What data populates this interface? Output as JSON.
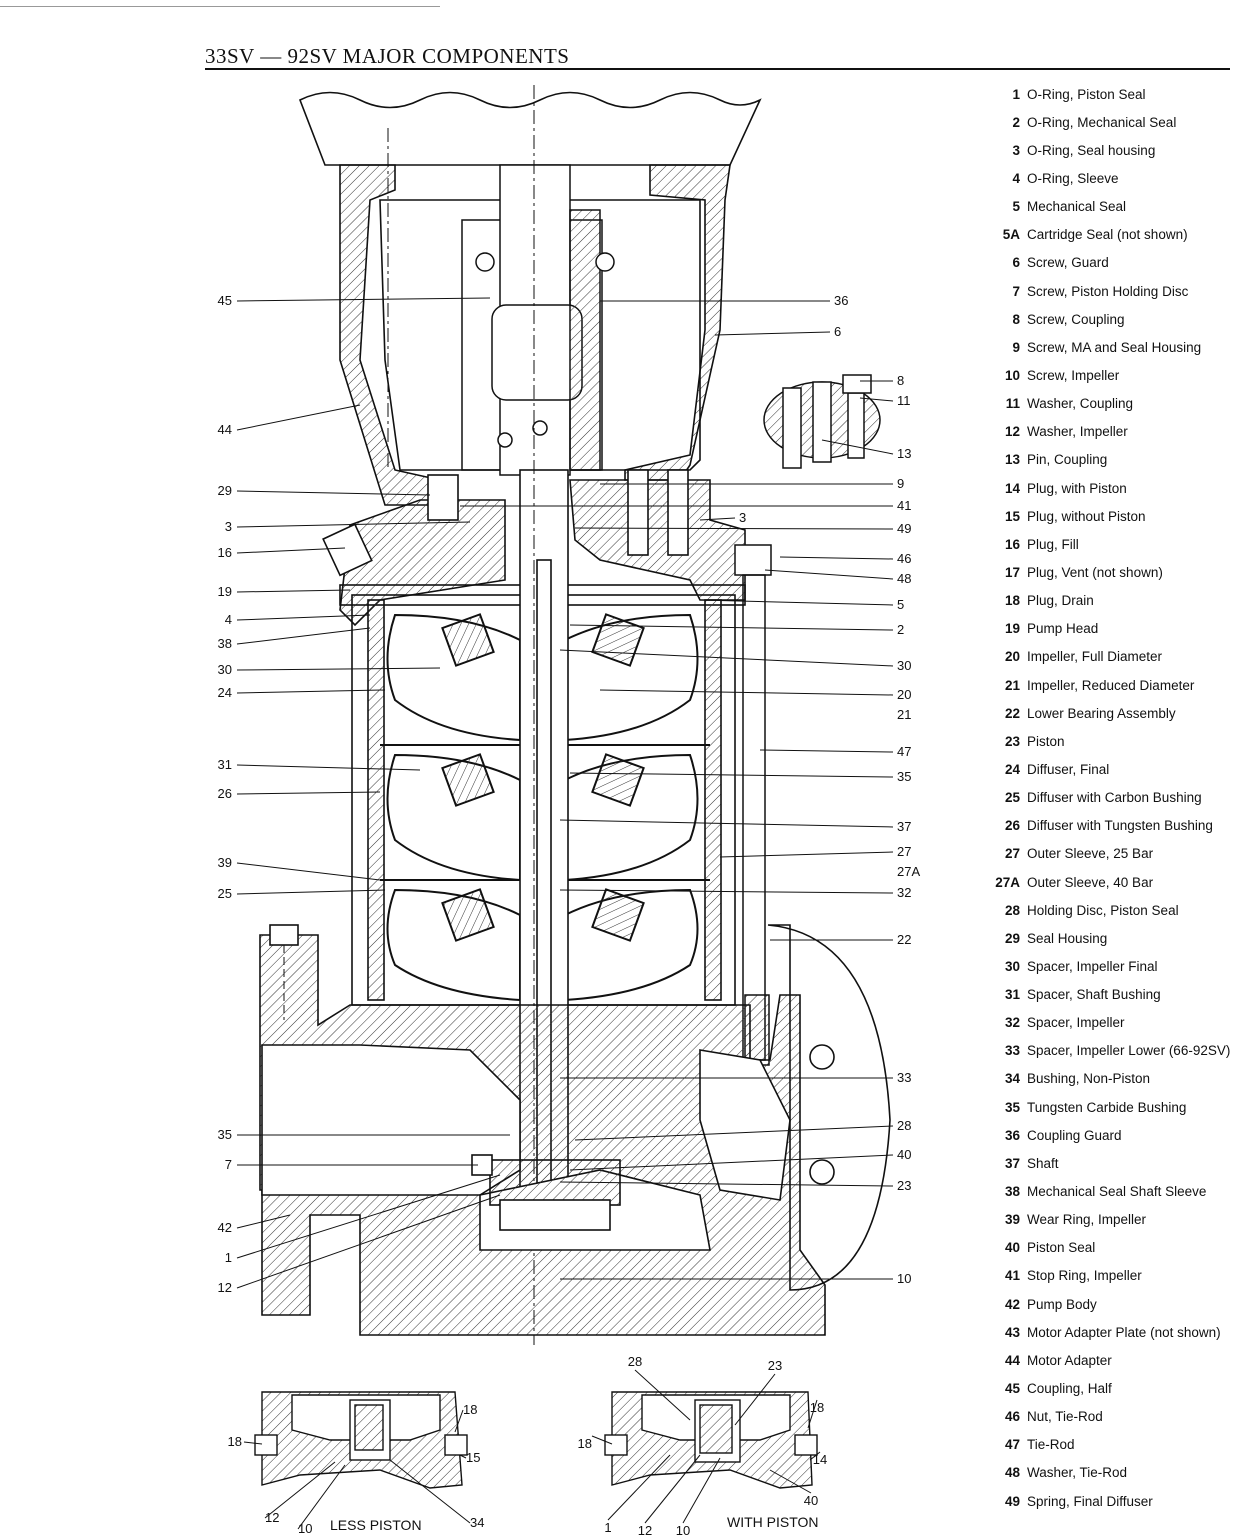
{
  "title": "33SV — 92SV MAJOR COMPONENTS",
  "legend": [
    {
      "num": "1",
      "label": "O-Ring, Piston Seal"
    },
    {
      "num": "2",
      "label": "O-Ring, Mechanical Seal"
    },
    {
      "num": "3",
      "label": "O-Ring, Seal housing"
    },
    {
      "num": "4",
      "label": "O-Ring, Sleeve"
    },
    {
      "num": "5",
      "label": "Mechanical Seal"
    },
    {
      "num": "5A",
      "label": "Cartridge Seal (not shown)"
    },
    {
      "num": "6",
      "label": "Screw, Guard"
    },
    {
      "num": "7",
      "label": "Screw, Piston Holding Disc"
    },
    {
      "num": "8",
      "label": "Screw, Coupling"
    },
    {
      "num": "9",
      "label": "Screw, MA and Seal Housing"
    },
    {
      "num": "10",
      "label": "Screw, Impeller"
    },
    {
      "num": "11",
      "label": "Washer, Coupling"
    },
    {
      "num": "12",
      "label": "Washer, Impeller"
    },
    {
      "num": "13",
      "label": "Pin, Coupling"
    },
    {
      "num": "14",
      "label": "Plug, with Piston"
    },
    {
      "num": "15",
      "label": "Plug, without Piston"
    },
    {
      "num": "16",
      "label": "Plug, Fill"
    },
    {
      "num": "17",
      "label": "Plug, Vent (not shown)"
    },
    {
      "num": "18",
      "label": "Plug, Drain"
    },
    {
      "num": "19",
      "label": "Pump Head"
    },
    {
      "num": "20",
      "label": "Impeller, Full Diameter"
    },
    {
      "num": "21",
      "label": "Impeller, Reduced Diameter"
    },
    {
      "num": "22",
      "label": "Lower Bearing Assembly"
    },
    {
      "num": "23",
      "label": "Piston"
    },
    {
      "num": "24",
      "label": "Diffuser, Final"
    },
    {
      "num": "25",
      "label": "Diffuser with Carbon Bushing"
    },
    {
      "num": "26",
      "label": "Diffuser with Tungsten Bushing"
    },
    {
      "num": "27",
      "label": "Outer Sleeve, 25 Bar"
    },
    {
      "num": "27A",
      "label": "Outer Sleeve, 40 Bar"
    },
    {
      "num": "28",
      "label": "Holding Disc, Piston Seal"
    },
    {
      "num": "29",
      "label": "Seal Housing"
    },
    {
      "num": "30",
      "label": "Spacer, Impeller Final"
    },
    {
      "num": "31",
      "label": "Spacer, Shaft Bushing"
    },
    {
      "num": "32",
      "label": "Spacer, Impeller"
    },
    {
      "num": "33",
      "label": "Spacer, Impeller Lower (66-92SV)"
    },
    {
      "num": "34",
      "label": "Bushing, Non-Piston"
    },
    {
      "num": "35",
      "label": "Tungsten Carbide Bushing"
    },
    {
      "num": "36",
      "label": "Coupling Guard"
    },
    {
      "num": "37",
      "label": "Shaft"
    },
    {
      "num": "38",
      "label": "Mechanical Seal Shaft Sleeve"
    },
    {
      "num": "39",
      "label": "Wear Ring, Impeller"
    },
    {
      "num": "40",
      "label": "Piston Seal"
    },
    {
      "num": "41",
      "label": "Stop Ring, Impeller"
    },
    {
      "num": "42",
      "label": "Pump Body"
    },
    {
      "num": "43",
      "label": "Motor Adapter Plate (not shown)"
    },
    {
      "num": "44",
      "label": "Motor Adapter"
    },
    {
      "num": "45",
      "label": "Coupling, Half"
    },
    {
      "num": "46",
      "label": "Nut, Tie-Rod"
    },
    {
      "num": "47",
      "label": "Tie-Rod"
    },
    {
      "num": "48",
      "label": "Washer, Tie-Rod"
    },
    {
      "num": "49",
      "label": "Spring, Final Diffuser"
    }
  ],
  "callouts": {
    "left": [
      "45",
      "44",
      "29",
      "3",
      "16",
      "19",
      "4",
      "38",
      "30",
      "24",
      "31",
      "26",
      "39",
      "25",
      "35",
      "7",
      "42",
      "1",
      "12"
    ],
    "right": [
      "36",
      "6",
      "8",
      "11",
      "13",
      "9",
      "41",
      "3",
      "49",
      "46",
      "48",
      "5",
      "2",
      "30",
      "20",
      "21",
      "47",
      "35",
      "37",
      "27",
      "27A",
      "32",
      "22",
      "33",
      "28",
      "40",
      "23",
      "10"
    ]
  },
  "detail_less_piston": {
    "caption": "LESS PISTON",
    "labels": [
      "18",
      "18",
      "15",
      "12",
      "10",
      "34"
    ]
  },
  "detail_with_piston": {
    "caption": "WITH PISTON",
    "labels": [
      "28",
      "23",
      "18",
      "18",
      "14",
      "40",
      "1",
      "12",
      "10"
    ]
  }
}
